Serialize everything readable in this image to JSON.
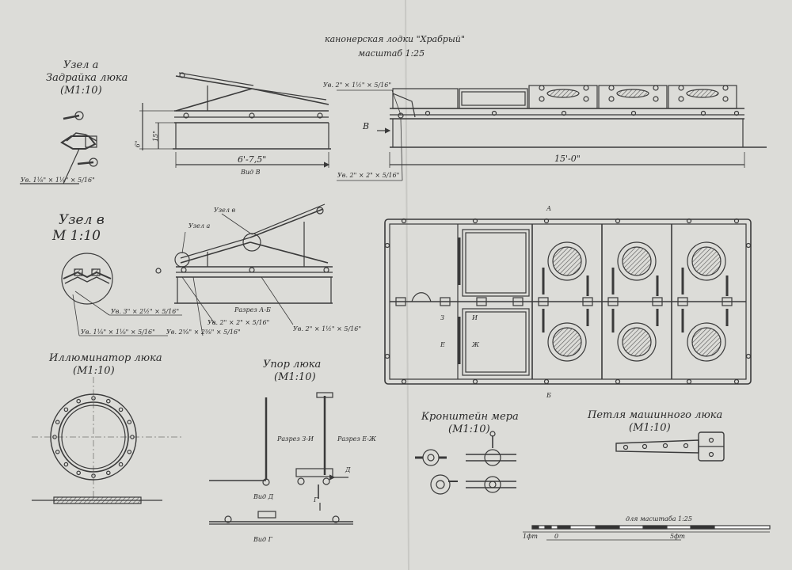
{
  "title": {
    "line1": "канонерская лодки \"Храбрый\"",
    "line2": "масштаб 1:25"
  },
  "node_a": {
    "title": "Узел а",
    "subtitle": "Задрайка люка",
    "scale": "(М1:10)",
    "callout": "Ув. 1⅛\" × 1⅛\" × 5/16\""
  },
  "side_view": {
    "dim_6": "6\"",
    "dim_15": "15\"",
    "dim_length": "6'-7,5\"",
    "caption": "Вид В"
  },
  "long_hatch": {
    "callout_top": "Ув. 2\" × 1½\" × 5/16\"",
    "callout_bottom": "Ув. 2\" × 2\" × 5/16\"",
    "dim_length": "15'-0\"",
    "arrow_label": "В"
  },
  "node_v": {
    "title": "Узел в",
    "scale": "М 1:10",
    "callout1": "Ув. 3\" × 2½\" × 5/16\"",
    "callout2": "Ув. 1⅛\" × 1⅛\" × 5/16\""
  },
  "section_ab": {
    "label_node_v": "Узел в",
    "label_node_a": "Узел а",
    "caption": "Разрез А-Б",
    "callout1": "Ув. 2\" × 2\" × 5/16\"",
    "callout2": "Ув. 2⅝\" × 2⅜\" × 5/16\"",
    "callout3": "Ув. 2\" × 1½\" × 5/16\""
  },
  "plan": {
    "label_top": "А",
    "label_bottom": "Б",
    "l1": "З",
    "l2": "И",
    "l3": "Е",
    "l4": "Ж"
  },
  "porthole": {
    "title": "Иллюминатор люка",
    "scale": "(М1:10)"
  },
  "stop": {
    "title": "Упор люка",
    "scale": "(М1:10)",
    "sec1": "Разрез З-И",
    "sec2": "Разрез Е-Ж",
    "view_d": "Вид Д",
    "view_g": "Вид Г",
    "d": "Д",
    "g": "Г"
  },
  "bracket": {
    "title": "Кронштейн мера",
    "scale": "(М1:10)"
  },
  "hinge": {
    "title": "Петля машинного люка",
    "scale": "(М1:10)"
  },
  "scalebar": {
    "title": "для масштаба 1:25",
    "left": "1фт",
    "zero": "0",
    "right": "5фт"
  },
  "colors": {
    "paper": "#dcdcd8",
    "ink": "#3a3a3a",
    "glass": "#8c8c8c"
  }
}
